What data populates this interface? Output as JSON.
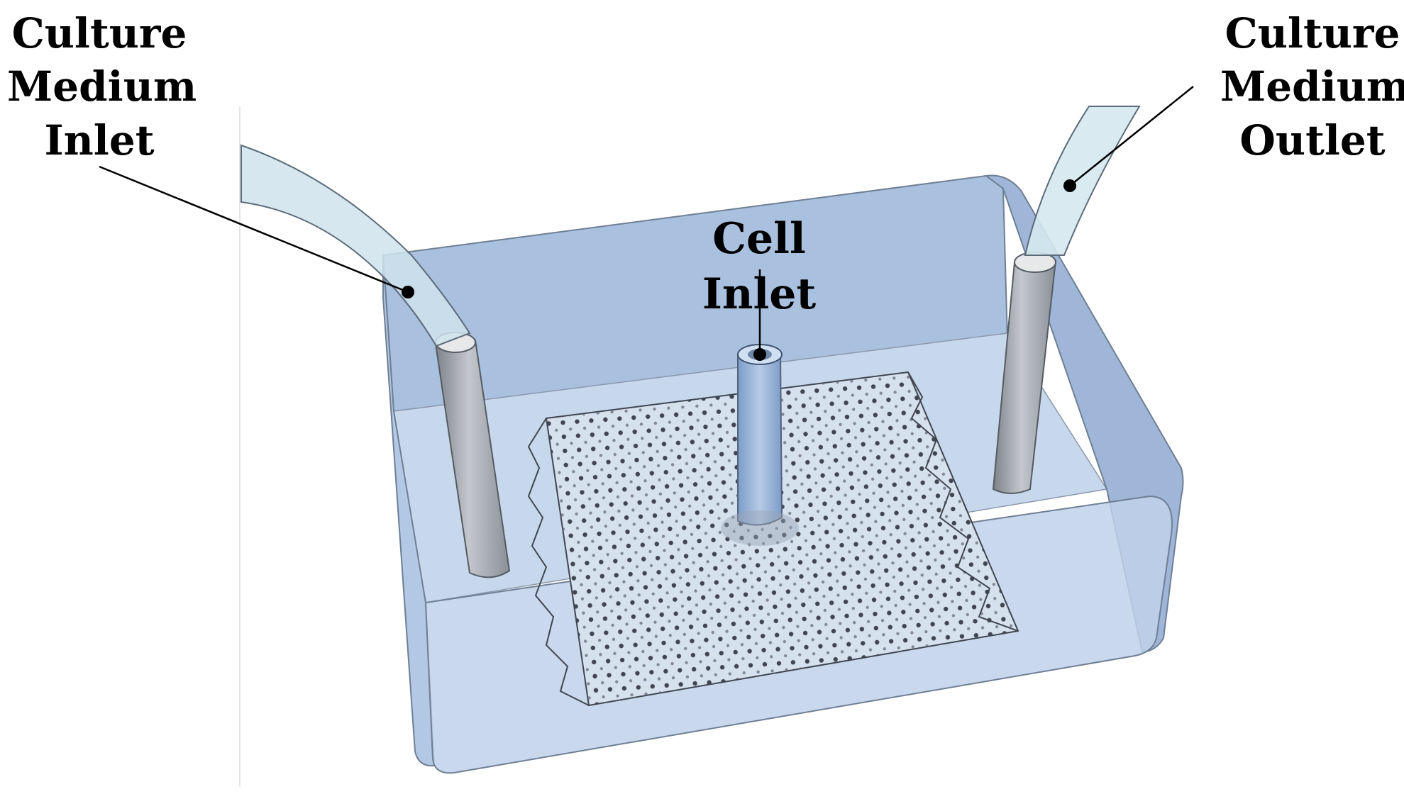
{
  "labels": {
    "medium_inlet": "Culture\nMedium\nInlet",
    "medium_outlet": "Culture\nMedium\nOutlet",
    "cell_inlet": "Cell Inlet"
  },
  "colors": {
    "chamber_fill": "#b9cde6",
    "chamber_edge": "#6f7f93",
    "tube_fill": "#d5e9ef",
    "pillar_fill": "#a9adb3",
    "mesh_fill": "#d6e1ee",
    "mesh_dot": "#3f4650"
  }
}
